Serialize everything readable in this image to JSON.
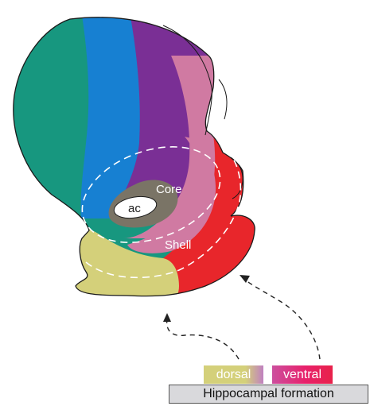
{
  "labels": {
    "core": "Core",
    "ac": "ac",
    "shell": "Shell"
  },
  "legend": {
    "dorsal": "dorsal",
    "ventral": "ventral",
    "hippocampal_formation": "Hippocampal formation"
  },
  "colors": {
    "teal": "#17977f",
    "blue": "#1780d2",
    "purple": "#7a2f95",
    "pink": "#d07aa2",
    "red": "#e8262b",
    "yellow": "#d4d07a",
    "core_gray": "#7a7466",
    "dashed": "#ffffff",
    "outline": "#1a1a1a"
  }
}
